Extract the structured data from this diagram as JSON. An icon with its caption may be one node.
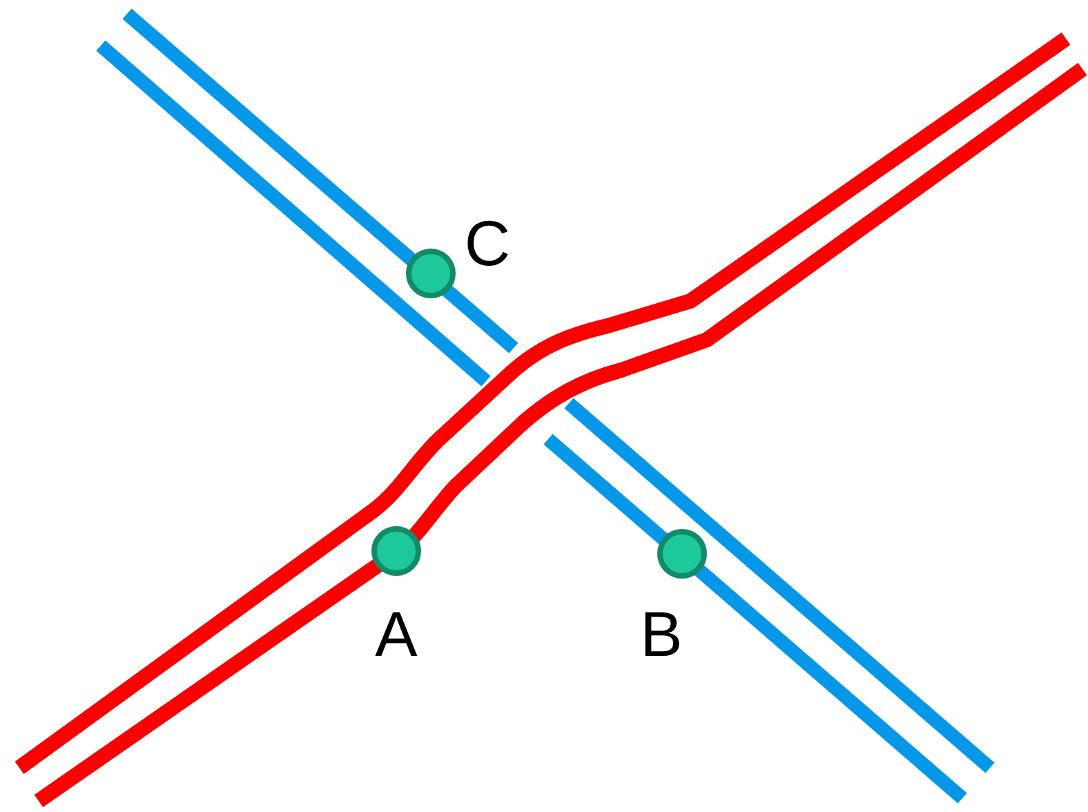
{
  "diagram": {
    "labels": [
      "C",
      "A",
      "B"
    ]
  }
}
